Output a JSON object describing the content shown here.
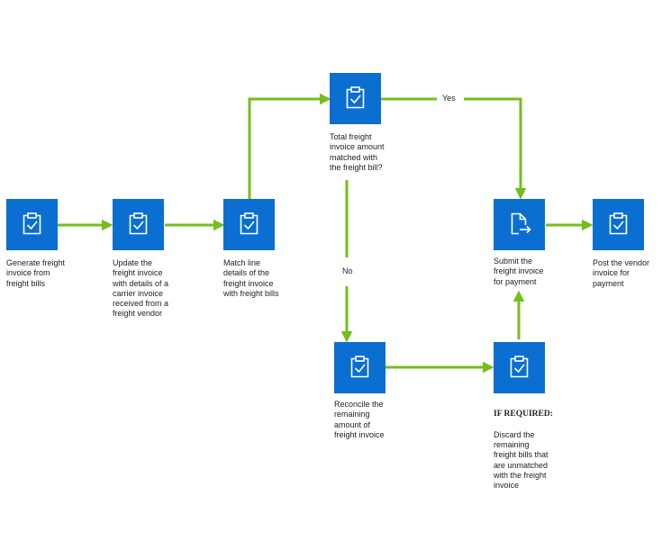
{
  "colors": {
    "node_fill": "#0a6fd0",
    "icon": "#ffffff",
    "connector": "#76bd1d",
    "text": "#222222"
  },
  "nodes": {
    "generate": {
      "icon": "clipboard-check-icon",
      "label": "Generate freight\ninvoice from\nfreight bills"
    },
    "update": {
      "icon": "clipboard-check-icon",
      "label": "Update the\nfreight invoice\nwith details of a\ncarrier invoice\nreceived from a\nfreight vendor"
    },
    "match": {
      "icon": "clipboard-check-icon",
      "label": "Match line\ndetails of the\nfreight invoice\nwith freight bills"
    },
    "total": {
      "icon": "clipboard-check-icon",
      "label": "Total freight\ninvoice amount\nmatched with\nthe freight bill?"
    },
    "submit": {
      "icon": "document-arrow-icon",
      "label": "Submit the\nfreight invoice\nfor payment"
    },
    "post": {
      "icon": "clipboard-check-icon",
      "label": "Post the vendor\ninvoice for\npayment"
    },
    "reconcile": {
      "icon": "clipboard-check-icon",
      "label": "Reconcile the\nremaining\namount of\nfreight invoice"
    },
    "discard": {
      "icon": "clipboard-check-icon",
      "note": "IF REQUIRED:",
      "label": "Discard the\nremaining\nfreight bills that\nare unmatched\nwith the freight\ninvoice"
    }
  },
  "edges": {
    "yes_label": "Yes",
    "no_label": "No"
  }
}
